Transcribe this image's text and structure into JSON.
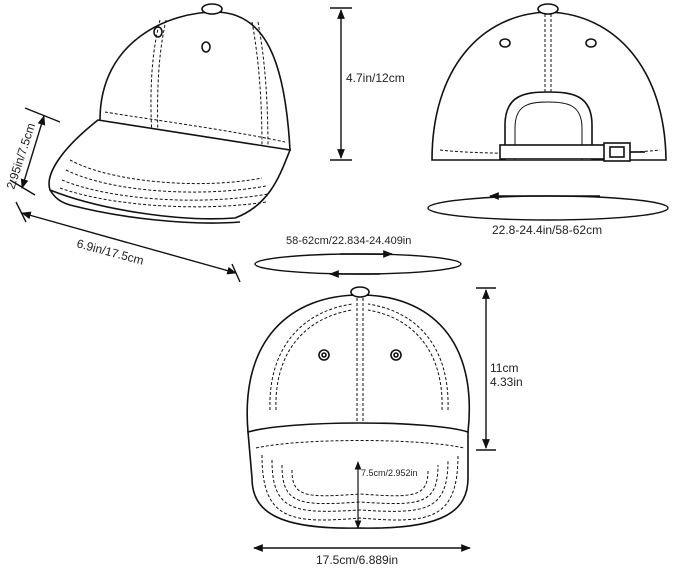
{
  "measurements": {
    "side_height": "4.7in/12cm",
    "brim_depth": "2.95in/7.5cm",
    "brim_length": "6.9in/17.5cm",
    "back_circumference": "22.8-24.4in/58-62cm",
    "head_circumference": "58-62cm/22.834-24.409in",
    "front_height_cm": "11cm",
    "front_height_in": "4.33in",
    "front_brim_depth": "7.5cm/2.952in",
    "front_width": "17.5cm/6.889in"
  },
  "colors": {
    "line": "#111111",
    "stitch": "#333333",
    "background": "#ffffff"
  }
}
